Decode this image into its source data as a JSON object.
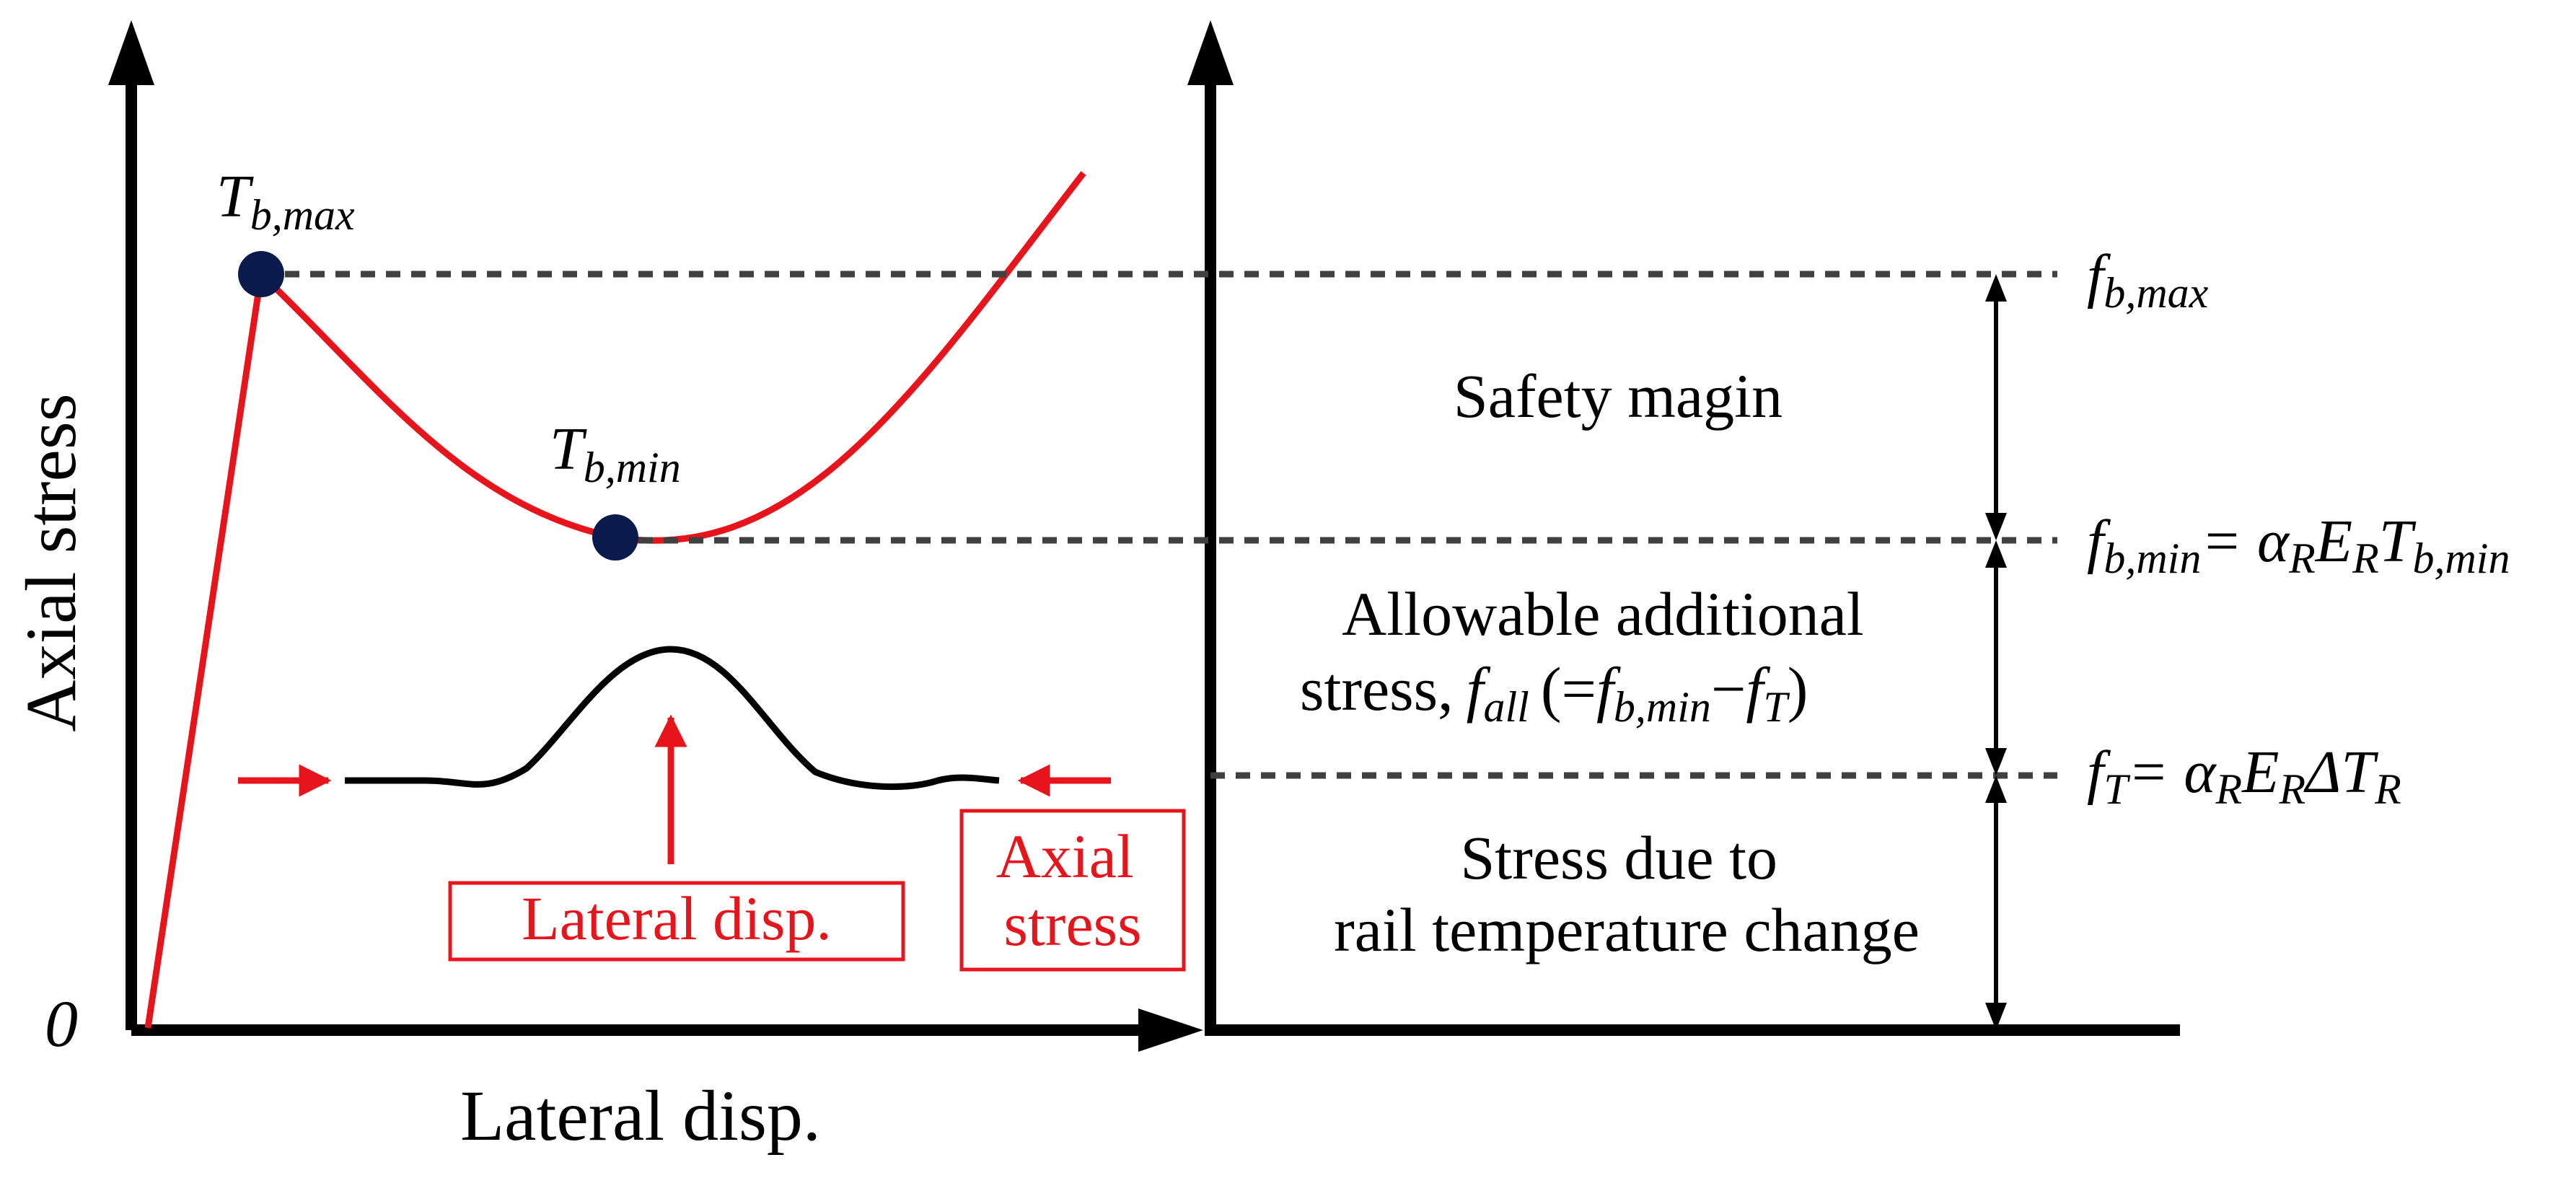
{
  "left_plot": {
    "ylabel": "Axial stress",
    "xlabel": "Lateral disp.",
    "origin_label": "0",
    "point_max": {
      "base": "T",
      "sub": "b,max"
    },
    "point_min": {
      "base": "T",
      "sub": "b,min"
    },
    "inset_label_lateral": "Lateral disp.",
    "inset_label_axial_line1": "Axial",
    "inset_label_axial_line2": "stress"
  },
  "right_plot": {
    "level_max": {
      "base": "f",
      "sub": "b,max"
    },
    "level_min": {
      "base": "f",
      "sub": "b,min",
      "eq": "= α",
      "s1": "R",
      "m1": "E",
      "s2": "R",
      "m2": "T",
      "s3": "b,min"
    },
    "level_T": {
      "base": "f",
      "sub": "T",
      "eq": "= α",
      "s1": "R",
      "m1": "E",
      "s2": "R",
      "m2": "ΔT",
      "s3": "R"
    },
    "region_top": "Safety magin",
    "region_mid_line1": "Allowable additional",
    "region_mid_line2_prefix": "stress,",
    "region_mid_f": "f",
    "region_mid_f_sub": "all",
    "region_mid_open": "(=",
    "region_mid_f2": "f",
    "region_mid_f2_sub": "b,min",
    "region_mid_minus": "−",
    "region_mid_f3": "f",
    "region_mid_f3_sub": "T",
    "region_mid_close": ")",
    "region_bottom_line1": "Stress due to",
    "region_bottom_line2": "rail temperature change"
  },
  "colors": {
    "curve": "#e8141c",
    "point": "#0b1a4c",
    "axis": "#000000",
    "guide": "#404040"
  }
}
